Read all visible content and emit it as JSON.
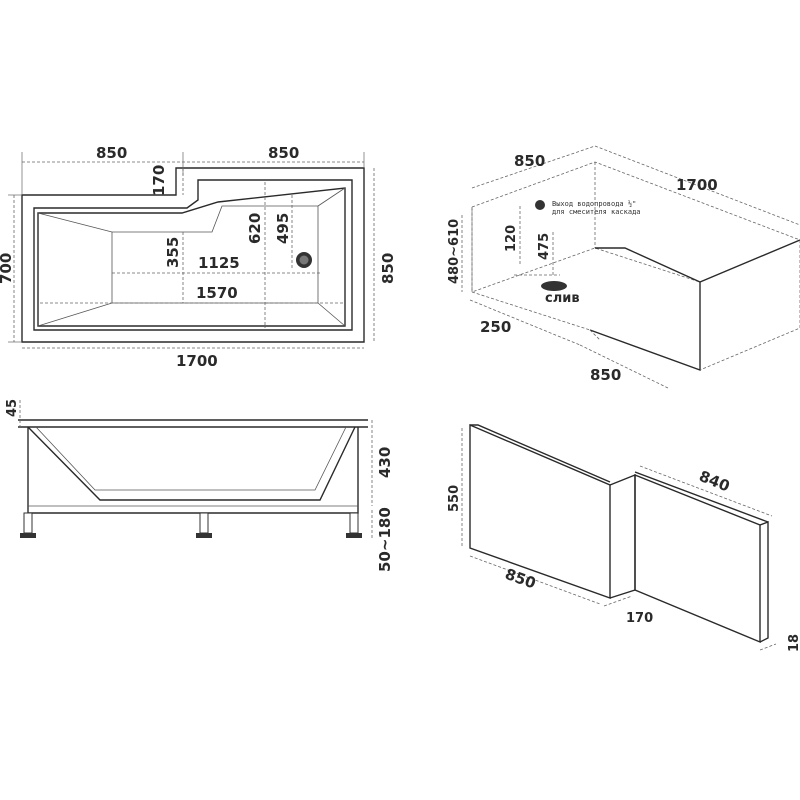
{
  "top_view": {
    "dims": {
      "width_left": "850",
      "width_right": "850",
      "step_depth": "170",
      "depth_total": "700",
      "depth_right": "850",
      "length_total": "1700",
      "inner_620": "620",
      "inner_495": "495",
      "inner_355": "355",
      "inner_1125": "1125",
      "inner_1570": "1570"
    }
  },
  "iso_view": {
    "dims": {
      "width": "850",
      "length": "1700",
      "height": "480~610",
      "drain_offset": "250",
      "front_850": "850",
      "pipe_120": "120",
      "pipe_475": "475"
    },
    "water_note_line1": "Выход водопровода ½\"",
    "water_note_line2": "для смесителя каскада",
    "drain_label": "слив"
  },
  "side_view": {
    "dims": {
      "rim": "45",
      "height": "430",
      "legs": "50~180"
    }
  },
  "panel_view": {
    "dims": {
      "height": "550",
      "long_side": "840",
      "short_side": "850",
      "step": "170",
      "thickness": "18"
    }
  }
}
